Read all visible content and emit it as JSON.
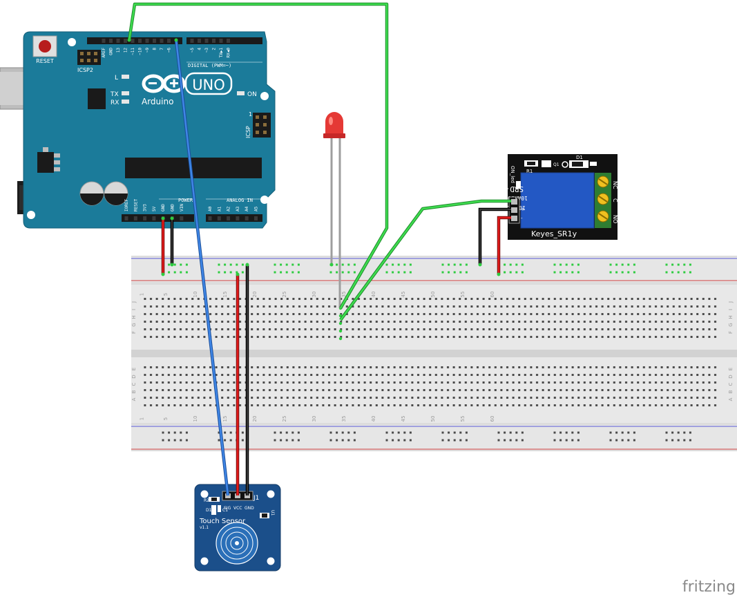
{
  "arduino": {
    "reset_label": "RESET",
    "icsp2_label": "ICSP2",
    "icsp_label": "ICSP",
    "icsp_pin1": "1",
    "digital_label": "DIGITAL (PWM=~)",
    "brand": "Arduino",
    "model": "UNO",
    "led_l": "L",
    "led_tx": "TX",
    "led_rx": "RX",
    "led_on": "ON",
    "power_label": "POWER",
    "analog_label": "ANALOG IN",
    "digital_pins": [
      "AREF",
      "GND",
      "13",
      "12",
      "~11",
      "~10",
      "~9",
      "8",
      "7",
      "~6",
      "~5",
      "4",
      "~3",
      "2",
      "TX▶1",
      "RX◀0"
    ],
    "power_pins": [
      "IOREF",
      "RESET",
      "3V3",
      "5V",
      "GND",
      "GND",
      "VIN"
    ],
    "analog_pins": [
      "A0",
      "A1",
      "A2",
      "A3",
      "A4",
      "A5"
    ]
  },
  "breadboard": {
    "column_numbers": [
      "1",
      "5",
      "10",
      "15",
      "20",
      "25",
      "30",
      "35",
      "40",
      "45",
      "50",
      "55",
      "60"
    ],
    "rows_top": [
      "J",
      "I",
      "H",
      "G",
      "F"
    ],
    "rows_bottom": [
      "E",
      "D",
      "C",
      "B",
      "A"
    ]
  },
  "relay": {
    "name": "Keyes_SR1y",
    "spec_title": "SRD-05VDC-SL-C",
    "spec_line1": "10A 250VAC  10A 125VAC",
    "spec_line2": "10A 30VDC  10A 28VDC",
    "term_nc": "NC",
    "term_c": "C",
    "term_no": "NO",
    "pin_s": "S",
    "pin_plus": "+",
    "pin_minus": "-",
    "on_label": "ON_led",
    "d1": "D1",
    "r1": "R1",
    "q1": "Q1"
  },
  "touch_sensor": {
    "name": "Touch Sensor",
    "version": "v1.1",
    "pin_sig": "SIG",
    "pin_vcc": "VCC",
    "pin_gnd": "GND",
    "j1": "J1",
    "r2": "R2",
    "u1": "U1",
    "c1": "C1",
    "d1": "D1"
  },
  "watermark": "fritzing"
}
